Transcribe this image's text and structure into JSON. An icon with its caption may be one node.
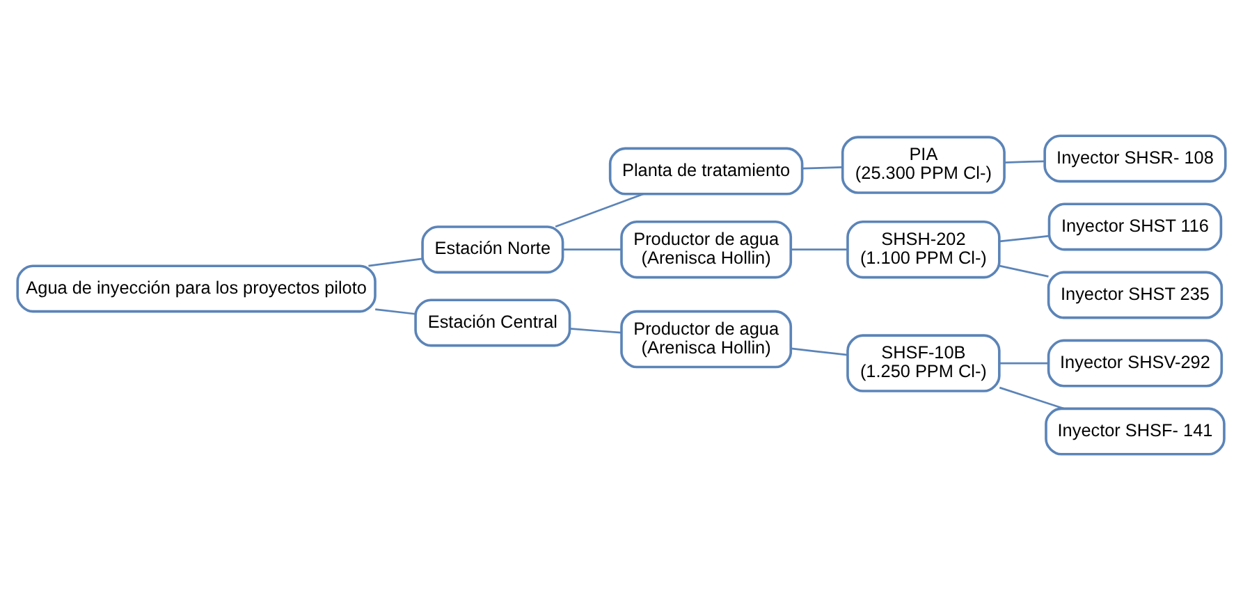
{
  "diagram": {
    "nodes": [
      {
        "text": [
          "Agua de inyección para los proyectos piloto"
        ]
      },
      {
        "text": [
          "Estación Norte"
        ]
      },
      {
        "text": [
          "Planta de tratamiento"
        ]
      },
      {
        "text": [
          "PIA",
          "(25.300 PPM Cl-)"
        ]
      },
      {
        "text": [
          "Inyector SHSR- 108"
        ]
      },
      {
        "text": [
          "Productor de agua",
          "(Arenisca Hollin)"
        ]
      },
      {
        "text": [
          "SHSH-202",
          "(1.100 PPM Cl-)"
        ]
      },
      {
        "text": [
          "Inyector SHST 116"
        ]
      },
      {
        "text": [
          "Inyector SHST 235"
        ]
      },
      {
        "text": [
          "Estación Central"
        ]
      },
      {
        "text": [
          "Productor de agua",
          "(Arenisca Hollin)"
        ]
      },
      {
        "text": [
          "SHSF-10B",
          "(1.250 PPM Cl-)"
        ]
      },
      {
        "text": [
          "Inyector SHSV-292"
        ]
      },
      {
        "text": [
          "Inyector SHSF- 141"
        ]
      }
    ],
    "edges": [
      {
        "from": 0,
        "to": 1,
        "arrow": "none"
      },
      {
        "from": 0,
        "to": 9,
        "arrow": "none"
      },
      {
        "from": 1,
        "to": 2,
        "arrow": "none"
      },
      {
        "from": 1,
        "to": 5,
        "arrow": "none"
      },
      {
        "from": 2,
        "to": 3,
        "arrow": "none"
      },
      {
        "from": 3,
        "to": 4,
        "arrow": "none"
      },
      {
        "from": 5,
        "to": 6,
        "arrow": "none"
      },
      {
        "from": 6,
        "to": 7,
        "arrow": "none"
      },
      {
        "from": 6,
        "to": 8,
        "arrow": "none"
      },
      {
        "from": 9,
        "to": 10,
        "arrow": "none"
      },
      {
        "from": 10,
        "to": 11,
        "arrow": "none"
      },
      {
        "from": 11,
        "to": 12,
        "arrow": "none"
      },
      {
        "from": 11,
        "to": 13,
        "arrow": "none"
      }
    ]
  }
}
